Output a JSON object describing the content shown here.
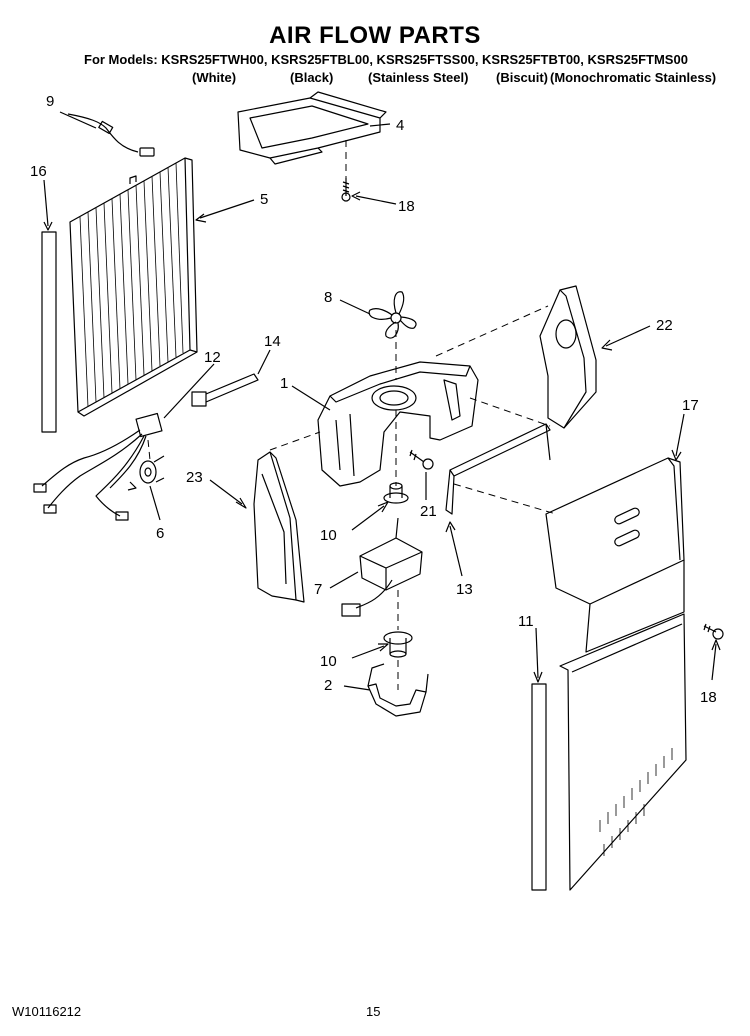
{
  "header": {
    "title": "AIR FLOW PARTS",
    "models_line": "For Models: KSRS25FTWH00, KSRS25FTBL00, KSRS25FTSS00, KSRS25FTBT00, KSRS25FTMS00",
    "colors": [
      "(White)",
      "(Black)",
      "(Stainless Steel)",
      "(Biscuit)",
      "(Monochromatic Stainless)"
    ]
  },
  "callouts": [
    "9",
    "16",
    "5",
    "4",
    "18",
    "8",
    "22",
    "14",
    "12",
    "1",
    "17",
    "23",
    "6",
    "21",
    "10",
    "13",
    "7",
    "11",
    "10",
    "2",
    "18"
  ],
  "footer": {
    "doc_number": "W10116212",
    "page": "15"
  }
}
